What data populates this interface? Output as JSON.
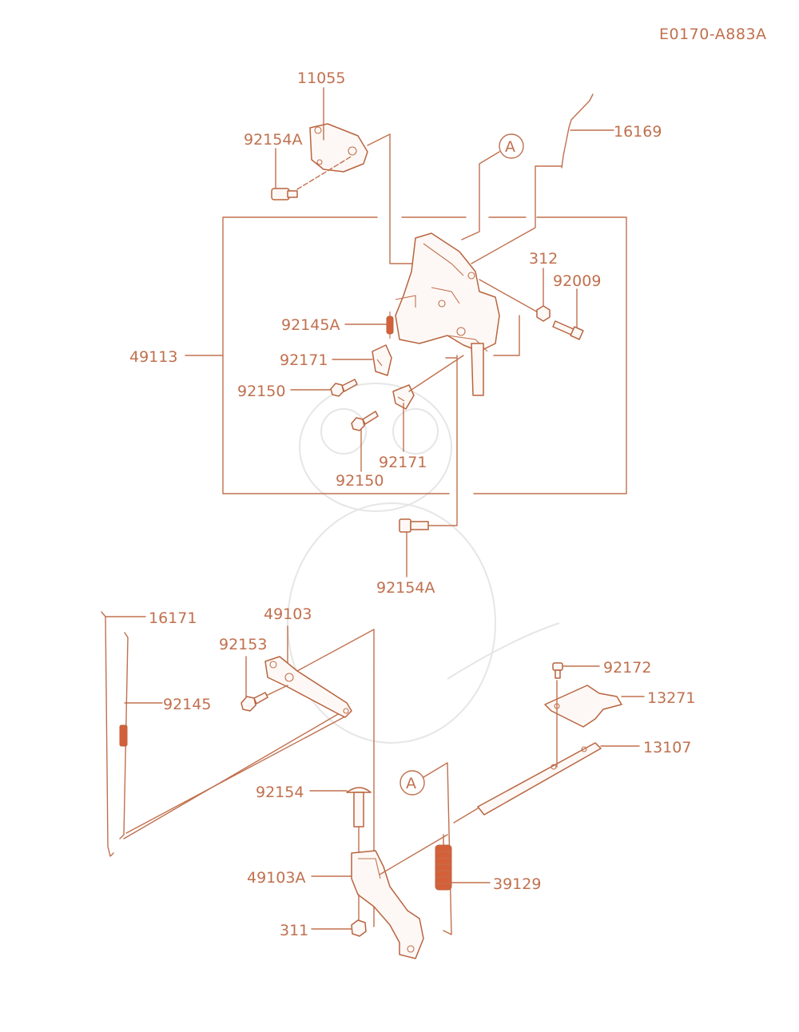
{
  "diagram": {
    "code": "E0170-A883A",
    "ref_marker": "A",
    "labels": {
      "p11055": "11055",
      "p92154A_top": "92154A",
      "p16169": "16169",
      "p312": "312",
      "p92009": "92009",
      "p92145A": "92145A",
      "p49113": "49113",
      "p92171_a": "92171",
      "p92150_a": "92150",
      "p92171_b": "92171",
      "p92150_b": "92150",
      "p92154A_mid": "92154A",
      "p16171": "16171",
      "p49103": "49103",
      "p92153": "92153",
      "p92145": "92145",
      "p92172": "92172",
      "p13271": "13271",
      "p13107": "13107",
      "p92154": "92154",
      "p49103A": "49103A",
      "p39129": "39129",
      "p311": "311"
    },
    "colors": {
      "line": "#c0704e",
      "spring": "#d4603a"
    }
  }
}
